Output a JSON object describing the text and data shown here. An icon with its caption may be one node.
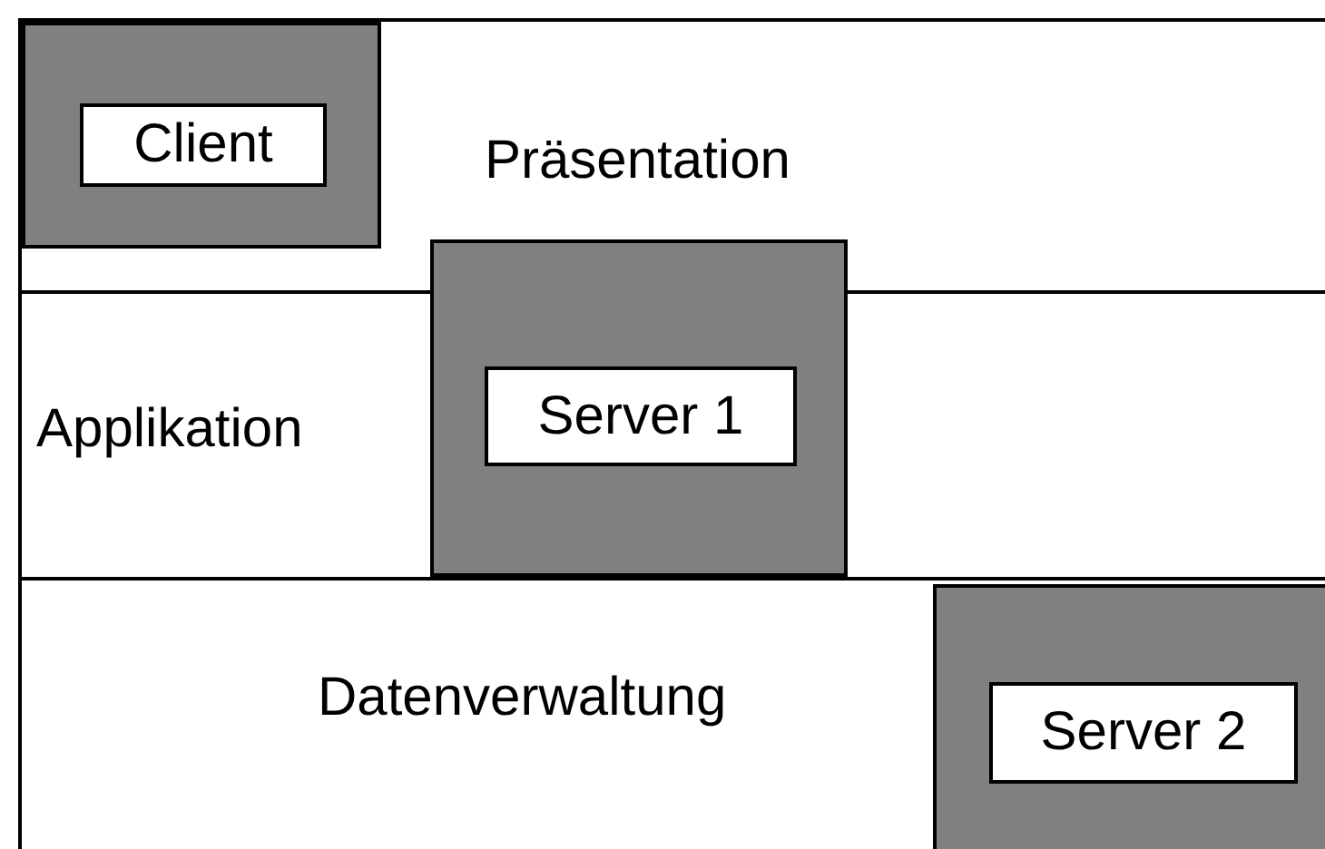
{
  "diagram": {
    "nodes": [
      {
        "text": [
          "Präsentation"
        ]
      },
      {
        "text": [],
        "shape": "box",
        "in": 0
      },
      {
        "text": [
          "Client"
        ],
        "in": 1
      },
      {
        "text": [
          "Applikation"
        ]
      },
      {
        "text": [],
        "shape": "box"
      },
      {
        "text": [
          "Server 1"
        ],
        "in": 4
      },
      {
        "text": [
          "Datenverwaltung"
        ]
      },
      {
        "text": [],
        "shape": "box",
        "in": 6
      },
      {
        "text": [
          "Server 2"
        ],
        "in": 7
      }
    ]
  }
}
